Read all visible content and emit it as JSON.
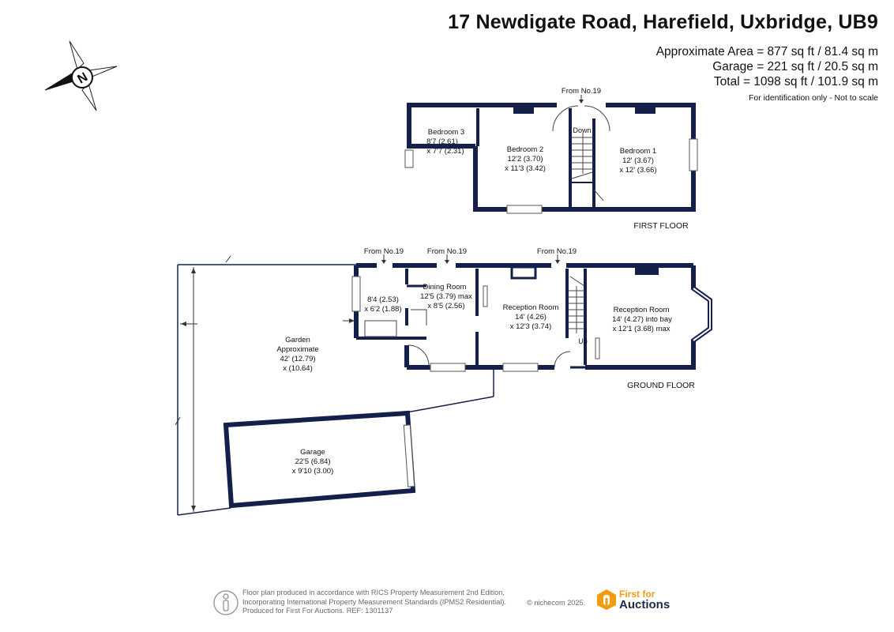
{
  "header": {
    "title": "17 Newdigate Road, Harefield, Uxbridge, UB9",
    "area_line1": "Approximate Area = 877 sq ft / 81.4 sq m",
    "area_line2": "Garage = 221 sq ft / 20.5 sq m",
    "area_line3": "Total = 1098 sq ft / 101.9 sq m",
    "note": "For identification only - Not to scale"
  },
  "compass": {
    "label": "N"
  },
  "first_floor": {
    "label": "FIRST FLOOR",
    "from_label": "From No.19",
    "stairs_label": "Down",
    "rooms": [
      {
        "name": "Bedroom 3",
        "dim1": "8'7 (2.61)",
        "dim2": "x 7'7 (2.31)"
      },
      {
        "name": "Bedroom 2",
        "dim1": "12'2 (3.70)",
        "dim2": "x 11'3 (3.42)"
      },
      {
        "name": "Bedroom 1",
        "dim1": "12' (3.67)",
        "dim2": "x 12' (3.66)"
      }
    ]
  },
  "ground_floor": {
    "label": "GROUND FLOOR",
    "from_labels": [
      "From No.19",
      "From No.19",
      "From No.19"
    ],
    "stairs_label": "Up",
    "rooms": [
      {
        "name": "",
        "dim1": "8'4 (2.53)",
        "dim2": "x 6'2 (1.88)"
      },
      {
        "name": "Dining Room",
        "dim1": "12'5 (3.79) max",
        "dim2": "x 8'5 (2.56)"
      },
      {
        "name": "Reception Room",
        "dim1": "14' (4.26)",
        "dim2": "x 12'3 (3.74)"
      },
      {
        "name": "Reception Room",
        "dim1": "14' (4.27) into bay",
        "dim2": "x 12'1 (3.68)  max"
      }
    ],
    "garden": {
      "name": "Garden",
      "name2": "Approximate",
      "dim1": "42' (12.79)",
      "dim2": "x (10.64)"
    },
    "garage": {
      "name": "Garage",
      "dim1": "22'5 (6.84)",
      "dim2": "x 9'10 (3.00)"
    }
  },
  "footer": {
    "line1": "Floor plan produced in accordance with RICS Property Measurement 2nd Edition,",
    "line2": "Incorporating International Property Measurement Standards (IPMS2 Residential).",
    "line3": "Produced for First For Auctions.   REF: 1301137",
    "copyright": "© nichecom 2025.",
    "brand_top": "First for",
    "brand_bottom": "Auctions"
  },
  "colors": {
    "wall": "#14204a",
    "brand_orange": "#f39c12",
    "brand_navy": "#1d2a48"
  }
}
